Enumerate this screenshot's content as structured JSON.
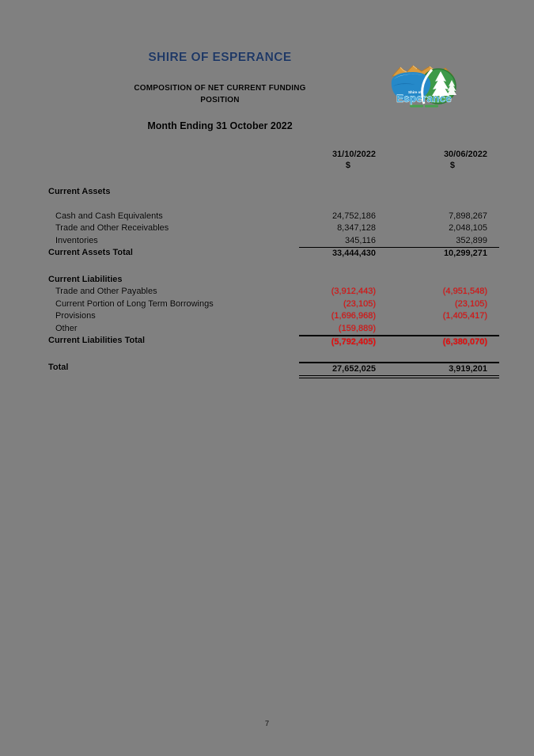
{
  "header": {
    "title": "SHIRE OF ESPERANCE",
    "subtitle_line1": "COMPOSITION OF NET CURRENT FUNDING",
    "subtitle_line2": "POSITION",
    "period": "Month Ending 31 October 2022"
  },
  "logo": {
    "org_prefix": "Shire of",
    "org": "Esperance"
  },
  "table": {
    "col_headers": [
      {
        "date": "31/10/2022",
        "currency": "$"
      },
      {
        "date": "30/06/2022",
        "currency": "$"
      }
    ],
    "sections": [
      {
        "heading": "Current Assets",
        "rows": [
          {
            "label": "Cash and Cash Equivalents",
            "col1": "24,752,186",
            "col2": "7,898,267"
          },
          {
            "label": "Trade and Other Receivables",
            "col1": "8,347,128",
            "col2": "2,048,105"
          },
          {
            "label": "Inventories",
            "col1": "345,116",
            "col2": "352,899"
          }
        ],
        "total": {
          "label": "Current Assets Total",
          "col1": "33,444,430",
          "col2": "10,299,271"
        }
      },
      {
        "heading": "Current Liabilities",
        "rows": [
          {
            "label": "Trade and Other Payables",
            "col1": "(3,912,443)",
            "col2": "(4,951,548)"
          },
          {
            "label": "Current Portion of Long Term Borrowings",
            "col1": "(23,105)",
            "col2": "(23,105)"
          },
          {
            "label": "Provisions",
            "col1": "(1,696,968)",
            "col2": "(1,405,417)"
          },
          {
            "label": "Other",
            "col1": "(159,889)",
            "col2": ""
          }
        ],
        "total": {
          "label": "Current Liabilities Total",
          "col1": "(5,792,405)",
          "col2": "(6,380,070)"
        }
      }
    ],
    "grand_total": {
      "label": "Total",
      "col1": "27,652,025",
      "col2": "3,919,201"
    }
  },
  "footer": {
    "page_number": "7"
  },
  "colors": {
    "page_background": "#808080",
    "title_navy": "#1f3864",
    "body_text": "#000000",
    "negative_red": "#e60d0d",
    "logo_blue": "#1c9ad6",
    "logo_green": "#3d9948",
    "logo_orange": "#d89a3e"
  }
}
